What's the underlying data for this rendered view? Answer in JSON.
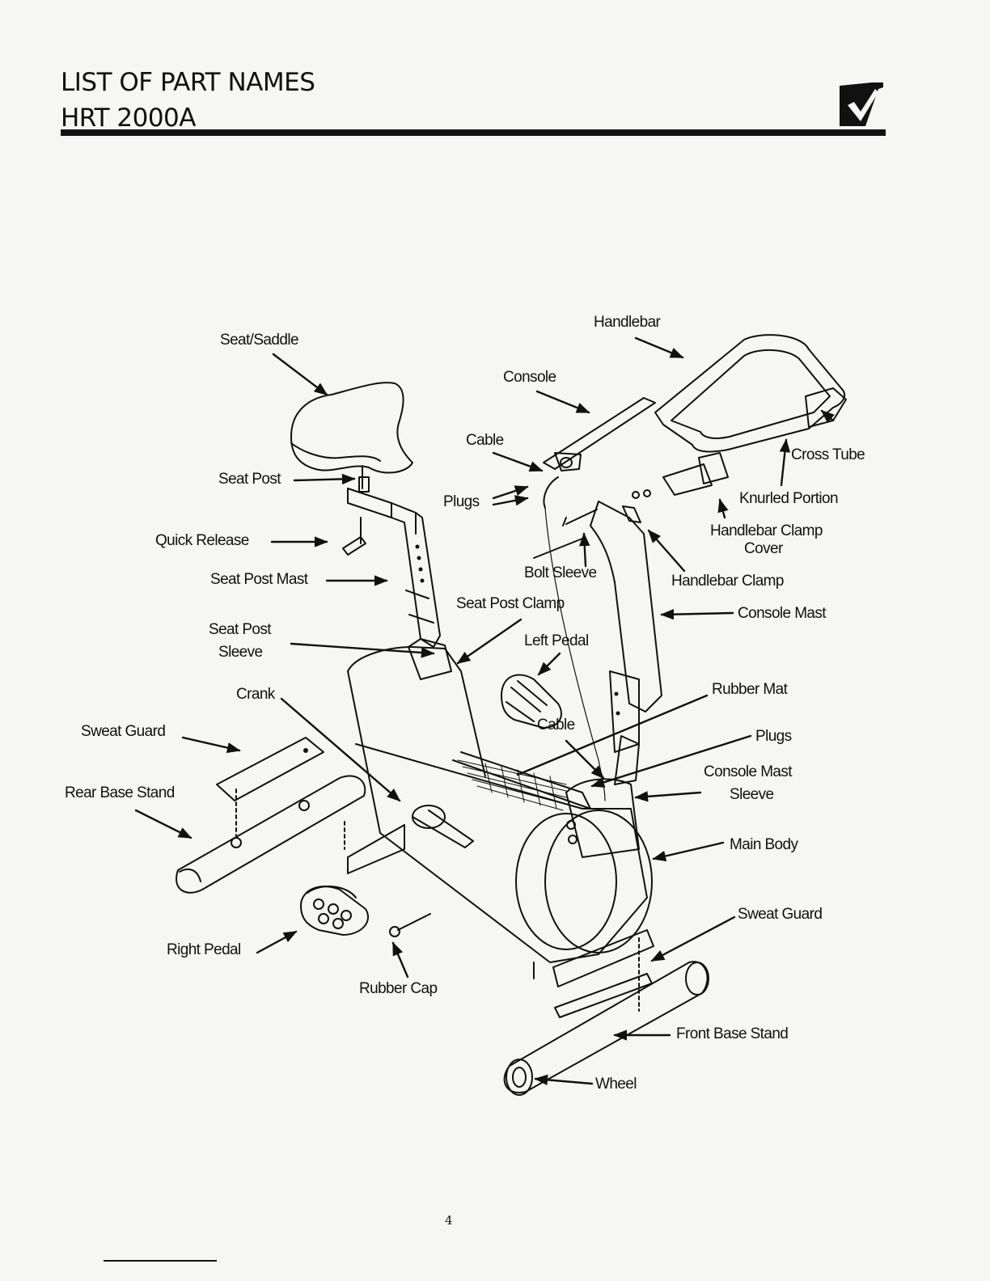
{
  "header": {
    "title_line1": "LIST OF PART NAMES",
    "title_line2": "HRT 2000A",
    "logo": "checkmark-logo-icon"
  },
  "labels": {
    "handlebar": "Handlebar",
    "seat_saddle": "Seat/Saddle",
    "console": "Console",
    "cable_top": "Cable",
    "cross_tube": "Cross Tube",
    "seat_post": "Seat Post",
    "plugs_top": "Plugs",
    "knurled_portion": "Knurled Portion",
    "handlebar_clamp_cover_1": "Handlebar Clamp",
    "handlebar_clamp_cover_2": "Cover",
    "quick_release": "Quick Release",
    "seat_post_mast": "Seat Post Mast",
    "bolt_sleeve": "Bolt Sleeve",
    "handlebar_clamp": "Handlebar  Clamp",
    "seat_post_clamp": "Seat Post Clamp",
    "console_mast": "Console Mast",
    "seat_post_sleeve_1": "Seat Post",
    "seat_post_sleeve_2": "Sleeve",
    "left_pedal": "Left Pedal",
    "crank": "Crank",
    "rubber_mat": "Rubber Mat",
    "sweat_guard_rear": "Sweat Guard",
    "cable_mid": "Cable",
    "plugs_mid": "Plugs",
    "console_mast_sleeve_1": "Console Mast",
    "console_mast_sleeve_2": "Sleeve",
    "rear_base_stand": "Rear Base Stand",
    "main_body": "Main Body",
    "sweat_guard_front": "Sweat Guard",
    "right_pedal": "Right Pedal",
    "rubber_cap": "Rubber Cap",
    "front_base_stand": "Front Base Stand",
    "wheel": "Wheel"
  },
  "page_number": "4"
}
